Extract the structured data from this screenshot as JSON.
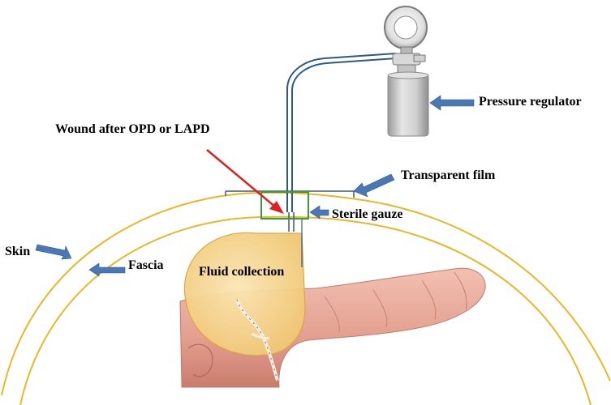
{
  "labels": {
    "wound": "Wound after OPD or LAPD",
    "pressure_regulator": "Pressure regulator",
    "transparent_film": "Transparent film",
    "sterile_gauze": "Sterile gauze",
    "skin": "Skin",
    "fascia": "Fascia",
    "fluid_collection": "Fluid collection"
  },
  "colors": {
    "skin_line": "#e8b828",
    "fluid": "#f6d48a",
    "fluid_edge": "#d9a640",
    "gauze_box": "#3c9a3c",
    "film_line": "#3a5a7a",
    "tube": "#2c5a86",
    "pointer_arrow": "#4a78b4",
    "wound_arrow": "#e02020",
    "pancreas": "#e8a89a",
    "regulator_body": "#c9c9c9"
  },
  "icons": {
    "gauge": "pressure-gauge-icon"
  }
}
